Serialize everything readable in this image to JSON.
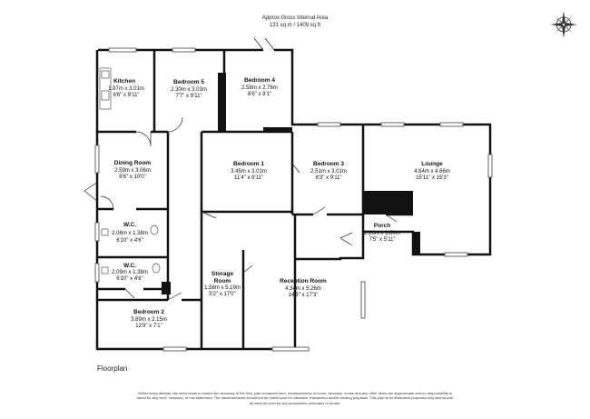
{
  "header": {
    "title": "Approx Gross Internal Area",
    "area": "131 sq m / 1409 sq ft"
  },
  "floorplan_label": "Floorplan",
  "disclaimer": "Whilst every attempt has been made to ensure the accuracy of the floor plan contained here, measurements of doors, windows, rooms and any other items are approximate and no responsibility is taken for any error, omission, or mis-statement. The measurements should not be relied upon for valuation, transaction and/or funding purposes. This plan is for illustrative purposes only and should be used as such by any prospective purchaser or tenant.",
  "compass": {
    "icon": "compass-rose-icon",
    "color": "#333333"
  },
  "colors": {
    "wall": "#111111",
    "window": "#555555",
    "background": "#ffffff"
  },
  "rooms": {
    "kitchen": {
      "name": "Kitchen",
      "metric": "1.97m x 3.01m",
      "imperial": "6'6\" x 9'11\""
    },
    "bedroom5": {
      "name": "Bedroom 5",
      "metric": "2.30m x 3.03m",
      "imperial": "7'7\" x 9'11\""
    },
    "bedroom4": {
      "name": "Bedroom 4",
      "metric": "2.58m x 2.76m",
      "imperial": "8'6\" x 9'1\""
    },
    "dining": {
      "name": "Dining Room",
      "metric": "2.59m x 3.06m",
      "imperial": "8'6\" x 10'0\""
    },
    "bedroom1": {
      "name": "Bedroom 1",
      "metric": "3.45m x 3.01m",
      "imperial": "11'4\" x 9'11\""
    },
    "bedroom3": {
      "name": "Bedroom 3",
      "metric": "2.51m x 3.01m",
      "imperial": "8'3\" x 9'11\""
    },
    "lounge": {
      "name": "Lounge",
      "metric": "4.84m x 4.66m",
      "imperial": "15'11\" x 15'3\""
    },
    "wc1": {
      "name": "W.C.",
      "metric": "2.08m x 1.38m",
      "imperial": "6'10\" x 4'6\""
    },
    "wc2": {
      "name": "W.C.",
      "metric": "2.09m x 1.38m",
      "imperial": "6'10\" x 4'6\""
    },
    "porch": {
      "name": "Porch",
      "metric": "2.26m x 1.80m",
      "imperial": "7'5\" x 5'11\""
    },
    "storage": {
      "name": "Storage",
      "name2": "Room",
      "metric": "1.58m x 5.19m",
      "imperial": "5'2\" x 17'0\""
    },
    "reception": {
      "name": "Reception Room",
      "metric": "4.34m x 5.26m",
      "imperial": "14'3\" x 17'3\""
    },
    "bedroom2": {
      "name": "Bedroom 2",
      "metric": "3.89m x 2.15m",
      "imperial": "12'9\" x 7'1\""
    }
  }
}
